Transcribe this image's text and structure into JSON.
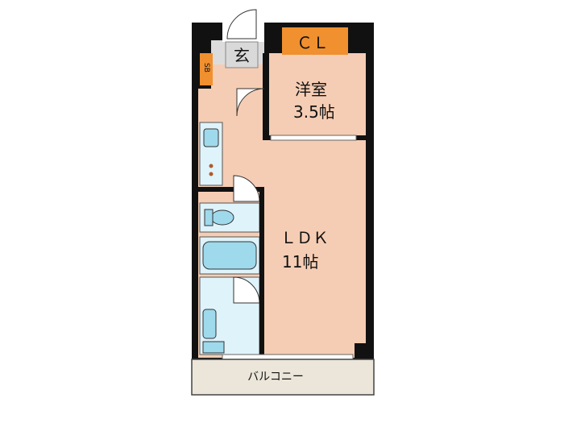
{
  "rooms": {
    "closet": "ＣＬ",
    "entrance": "玄",
    "shoe_box": "SB",
    "western_room_name": "洋室",
    "western_room_size": "3.5帖",
    "ldk_name": "ＬＤＫ",
    "ldk_size": "11帖",
    "balcony": "バルコニー"
  },
  "colors": {
    "floor": "#f5cdb4",
    "closet": "#f0902f",
    "wet_area": "#dff3fa",
    "fixture": "#9fd9ec",
    "balcony": "#ece6da",
    "wall": "#111111"
  }
}
